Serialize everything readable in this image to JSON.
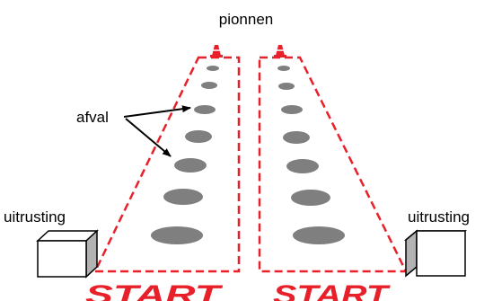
{
  "labels": {
    "cones": "pionnen",
    "waste": "afval",
    "equipment_left": "uitrusting",
    "equipment_right": "uitrusting",
    "start_left": "START",
    "start_right": "START"
  },
  "colors": {
    "lane_border": "#e8202a",
    "waste_item": "#7f7f7f",
    "box_fill": "#ffffff",
    "box_side": "#b3b3b3",
    "start_text": "#e8202a",
    "arrow": "#000000"
  },
  "lanes": [
    {
      "id": "left",
      "waste_items": 7
    },
    {
      "id": "right",
      "waste_items": 7
    }
  ]
}
